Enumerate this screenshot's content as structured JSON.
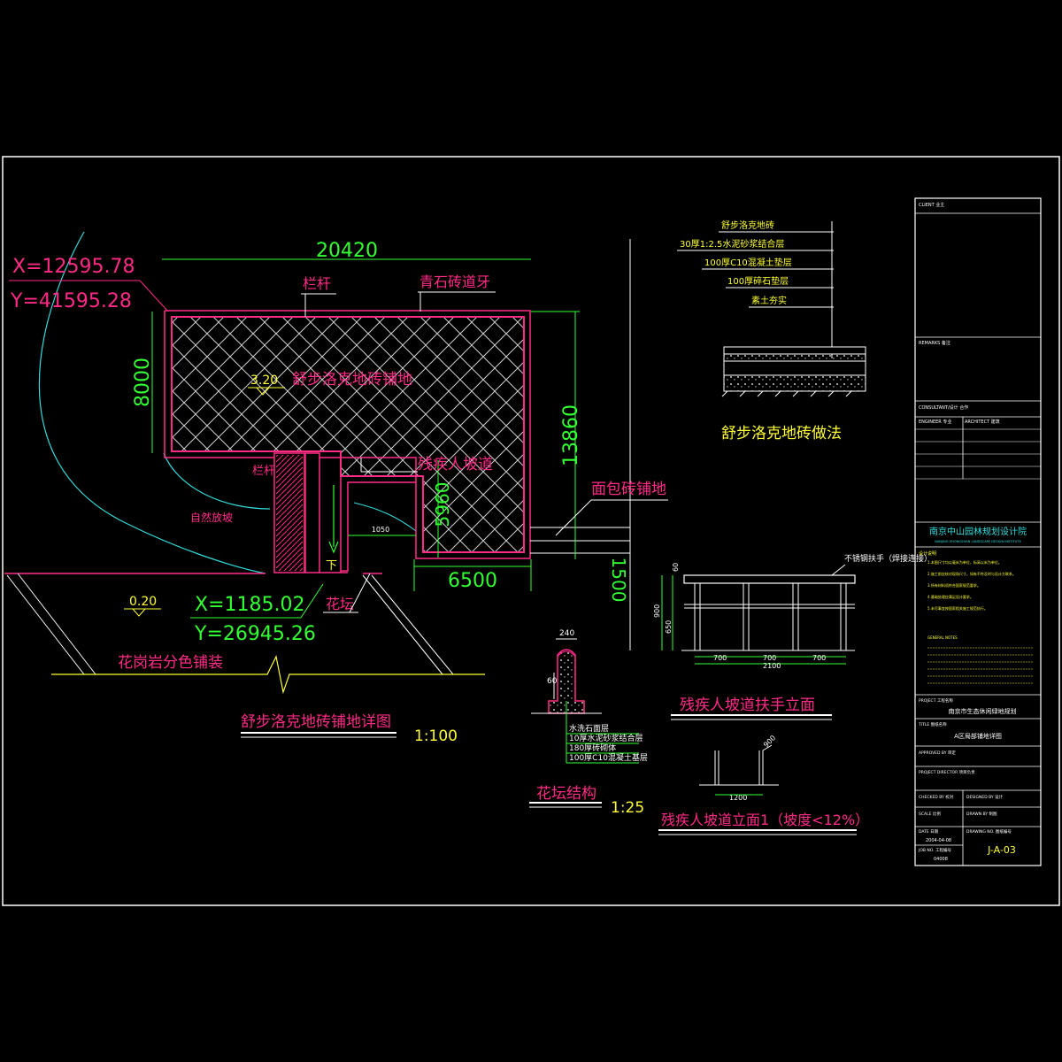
{
  "colors": {
    "background": "#000000",
    "frame": "#ffffff",
    "magenta": "#ff2a86",
    "yellow": "#ffff33",
    "green": "#33ff33",
    "cyan": "#33dddd",
    "white": "#ffffff"
  },
  "plan": {
    "dim_width": "20420",
    "dim_height": "8000",
    "dim_total_height": "13860",
    "dim_ramp": "5960",
    "dim_bottom": "6500",
    "dim_right": "1500",
    "dim_small": "1050",
    "coord_top_x": "X=12595.78",
    "coord_top_y": "Y=41595.28",
    "coord_bottom_x": "X=1185.02",
    "coord_bottom_y": "Y=26945.26",
    "level_top": "3.20",
    "level_bottom": "0.20",
    "label_railing": "栏杆",
    "label_curb": "青石砖道牙",
    "label_paving": "舒步洛克地砖铺地",
    "label_railing2": "栏杆",
    "label_ramp": "残疾人坡道",
    "label_bread": "面包砖铺地",
    "label_slope": "自然放坡",
    "label_down": "下",
    "label_planter": "花坛",
    "label_granite": "花岗岩分色铺装",
    "title": "舒步洛克地砖铺地详图",
    "scale": "1:100"
  },
  "section": {
    "layers": [
      "舒步洛克地砖",
      "30厚1:2.5水泥砂浆结合层",
      "100厚C10混凝土垫层",
      "100厚碎石垫层",
      "素土夯实"
    ],
    "title": "舒步洛克地砖做法"
  },
  "planter": {
    "dim_top": "240",
    "dim_side": "60",
    "notes": [
      "水洗石面层",
      "10厚水泥砂浆结合层",
      "180厚砖砌体",
      "100厚C10混凝土基层"
    ],
    "title": "花坛结构",
    "scale": "1:25"
  },
  "handrail": {
    "label": "不锈钢扶手（焊接连接）",
    "dims": [
      "700",
      "700",
      "700"
    ],
    "total": "2100",
    "height_dims": [
      "60",
      "900",
      "650"
    ],
    "title": "残疾人坡道扶手立面"
  },
  "ramp_elev": {
    "dim": "1200",
    "dim_side": "900",
    "title": "残疾人坡道立面1（坡度<12%）"
  },
  "title_block": {
    "client_label": "CLIENT 业主",
    "remarks_label": "REMARKS 备注",
    "consultant_label": "CONSULTANT/设计 合作",
    "engineer_label": "ENGINEER 专业",
    "architect_label": "ARCHITECT 建筑",
    "company": "南京中山园林规划设计院",
    "company_en": "NANJING ZHONGSHAN LANDSCAPE DESIGN INSTITUTE",
    "notes_label": "设计说明",
    "notes": [
      "1.本图尺寸均以毫米为单位，标高以米为单位。",
      "2.施工前应核对现场尺寸，如有不符及时与设计方联系。",
      "3.所有材料须符合国家规范要求。",
      "4.基础处理应满足设计要求。",
      "5.未尽事宜按国家相关施工规范执行。"
    ],
    "general_label": "GENERAL NOTES",
    "project_label": "PROJECT 工程名称",
    "project": "南京市生态休闲绿地规划",
    "title_label": "TITLE 图纸名称",
    "drawing_title": "A区局部铺地详图",
    "approved": "APPROVED BY 审定",
    "director": "PROJECT DIRECTOR 项目负责",
    "checked": "CHECKED BY 校对",
    "designed": "DESIGNED BY 设计",
    "scale_label": "SCALE 比例",
    "drawn": "DRAWN BY 制图",
    "date_label": "DATE 日期",
    "date": "2004-04-08",
    "drawing_no_label": "DRAWING NO. 图纸编号",
    "job_label": "JOB NO. 工程编号",
    "job": "04008",
    "drawing_no": "J-A-03"
  }
}
